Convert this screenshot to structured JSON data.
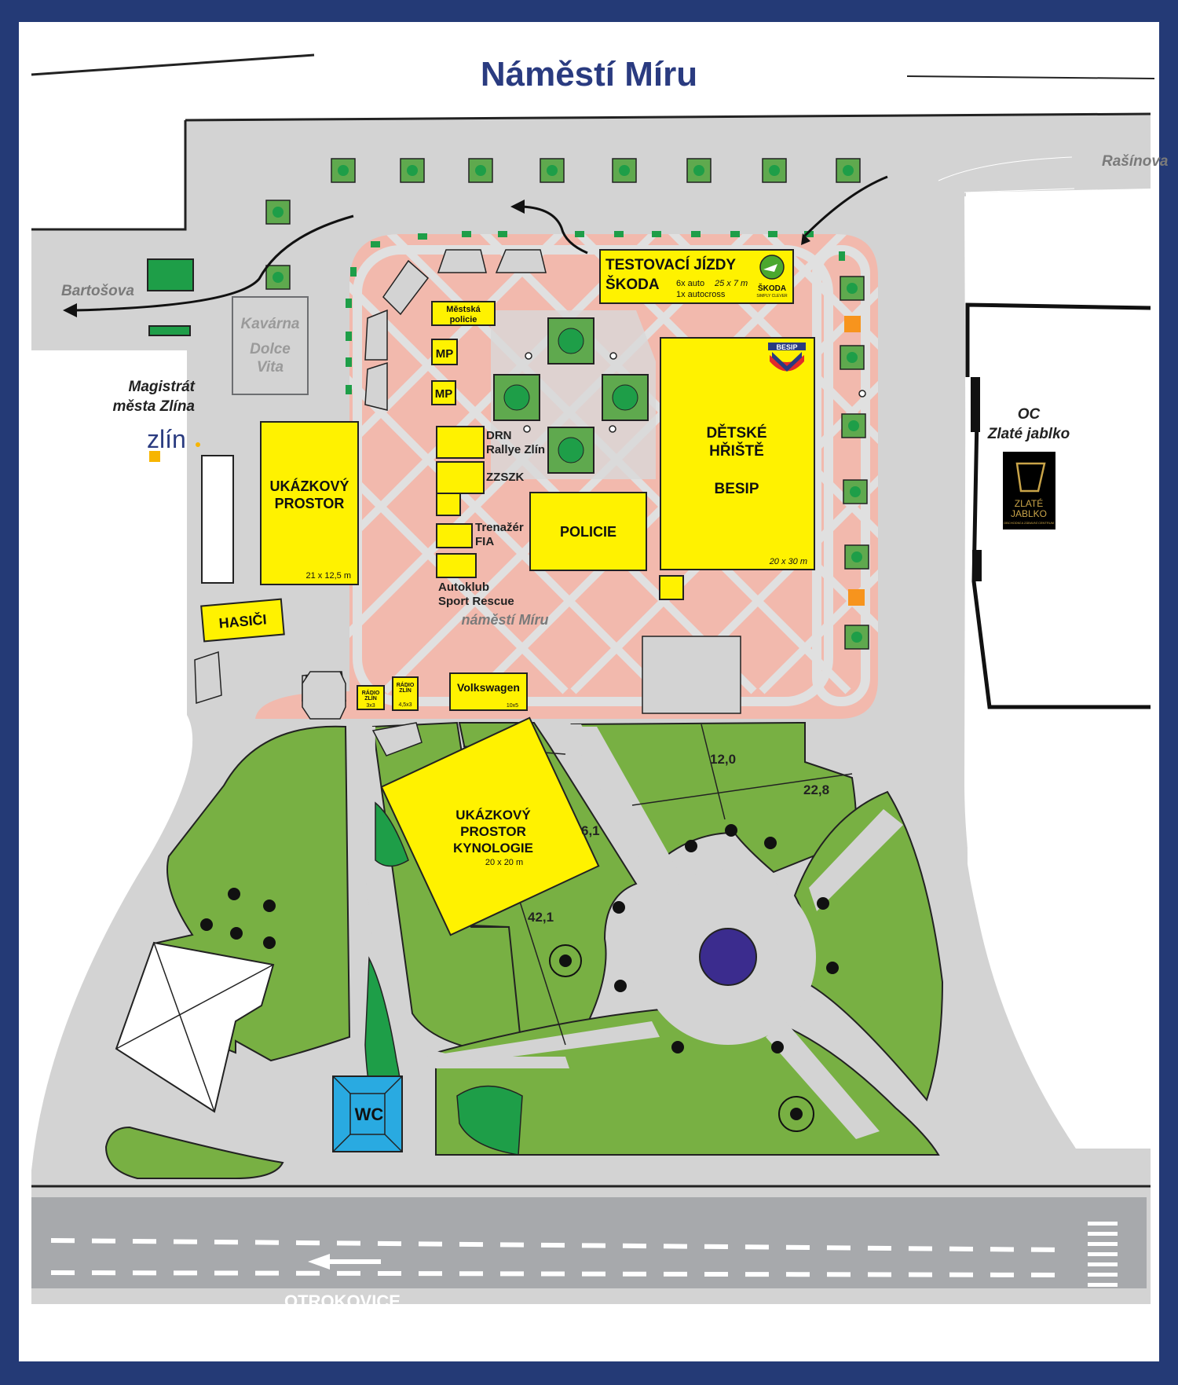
{
  "title": "Náměstí Míru",
  "streets": {
    "bartosova": "Bartošova",
    "rasinova": "Rašínova",
    "otrokovice": "OTROKOVICE"
  },
  "buildings": {
    "kavarna": [
      "Kavárna",
      "Dolce",
      "Vita"
    ],
    "magistrat": [
      "Magistrát",
      "města Zlína"
    ],
    "zlin_logo": "zlín",
    "oc": [
      "OC",
      "Zlaté jablko"
    ],
    "oc_logo": [
      "ZLATÉ",
      "JABLKO",
      "OBCHODNÍ A ZÁBAVNÍ CENTRUM"
    ]
  },
  "stands": {
    "skoda": {
      "title": [
        "TESTOVACÍ JÍZDY",
        "ŠKODA"
      ],
      "detail_1": "6x auto",
      "size": "25 x 7 m",
      "detail_2": "1x autocross",
      "logo_text": [
        "ŠKODA",
        "SIMPLY CLEVER"
      ]
    },
    "mestska_policie": [
      "Městská",
      "policie"
    ],
    "mp": "MP",
    "drn": [
      "DRN",
      "Rallye Zlín"
    ],
    "zzszk": "ZZSZK",
    "trenazer": [
      "Trenažér",
      "FIA"
    ],
    "autoklub": [
      "Autoklub",
      "Sport Rescue"
    ],
    "policie": "POLICIE",
    "detske": {
      "label": [
        "DĚTSKÉ",
        "HŘIŠTĚ",
        "BESIP"
      ],
      "size": "20 x 30 m",
      "logo": "BESIP"
    },
    "ukazkovy": {
      "label": [
        "UKÁZKOVÝ",
        "PROSTOR"
      ],
      "size": "21 x 12,5 m"
    },
    "hasici": "HASIČI",
    "radio1": [
      "RÁDIO",
      "ZLÍN",
      "3x3"
    ],
    "radio2": [
      "RÁDIO",
      "ZLÍN",
      "4,5x3"
    ],
    "volkswagen": {
      "label": "Volkswagen",
      "size": "10x5"
    },
    "kynologie": {
      "label": [
        "UKÁZKOVÝ",
        "PROSTOR",
        "KYNOLOGIE"
      ],
      "size": "20 x 20 m"
    }
  },
  "square_label": "náměstí Míru",
  "measurements": [
    "12,0",
    "22,8",
    "6,1",
    "42,1"
  ],
  "wc": "WC",
  "colors": {
    "frame": "#243a76",
    "road": "#d3d3d3",
    "plaza": "#f2b9ad",
    "grass": "#78b043",
    "stand": "#fff200",
    "title": "#2a3b80",
    "wc": "#29aae1",
    "fountain": "#3b2c8e",
    "orange": "#f7941d",
    "hedge": "#1e9e48"
  }
}
